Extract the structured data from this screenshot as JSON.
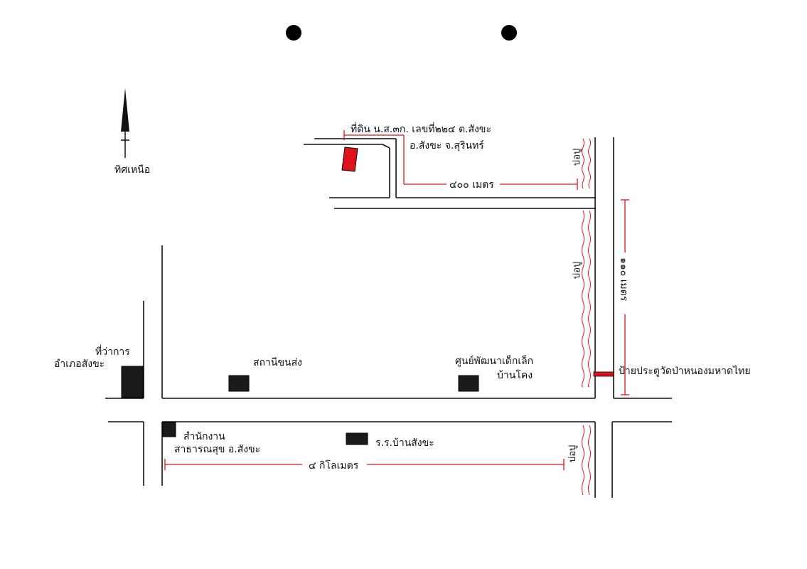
{
  "colors": {
    "ink": "#111111",
    "accent_red": "#e0121b",
    "building": "#1a1a1a",
    "paper": "#ffffff"
  },
  "north": {
    "label": "ทิศเหนือ",
    "icon": "north-arrow-icon"
  },
  "target_land": {
    "line1": "ที่ดิน น.ส.๓ก. เลขที่๒๒๔ ต.สังขะ",
    "line2": "อ.สังขะ จ.สุรินทร์"
  },
  "distances": {
    "top_road": "๔๐๐ เมตร",
    "side_road": "๑๑๐ เมตร",
    "bottom_road": "๔ กิโลเมตร"
  },
  "canal_label": "บ่อปู",
  "places": {
    "district_office_line1": "ที่ว่าการ",
    "district_office_line2": "อำเภอสังขะ",
    "transmission_station": "สถานีขนส่ง",
    "child_center_line1": "ศูนย์พัฒนาเด็กเล็ก",
    "child_center_line2": "บ้านโคง",
    "sign": "ป้ายประตูวัดป่าหนองมหาดไทย",
    "health_office_line1": "สำนักงาน",
    "health_office_line2": "สาธารณสุข อ.สังขะ",
    "school": "ร.ร.บ้านสังขะ"
  }
}
